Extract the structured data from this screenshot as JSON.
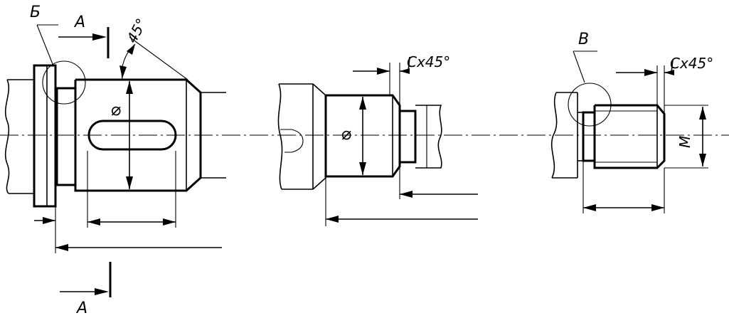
{
  "labels": {
    "section_letter_top": "А",
    "section_letter_bottom": "А",
    "detail_b": "Б",
    "detail_v": "В",
    "angle": "45°",
    "chamfer_1": "Cx45°",
    "chamfer_2": "Cx45°",
    "diameter_1": "⌀",
    "diameter_2": "⌀",
    "thread": "М"
  }
}
